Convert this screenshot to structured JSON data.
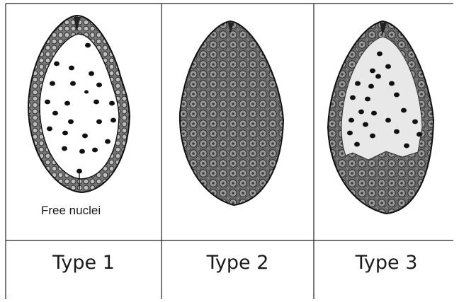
{
  "figure": {
    "annotation": "Free nuclei",
    "types": [
      {
        "label": "Type 1",
        "pattern": "free-nuclear"
      },
      {
        "label": "Type 2",
        "pattern": "fully-cellular"
      },
      {
        "label": "Type 3",
        "pattern": "partially-cellular"
      }
    ]
  },
  "colors": {
    "outline": "#1a1a1a",
    "cell_fill": "#8c8c8c",
    "vacuole": "#ffffff",
    "lines": "#222222"
  }
}
